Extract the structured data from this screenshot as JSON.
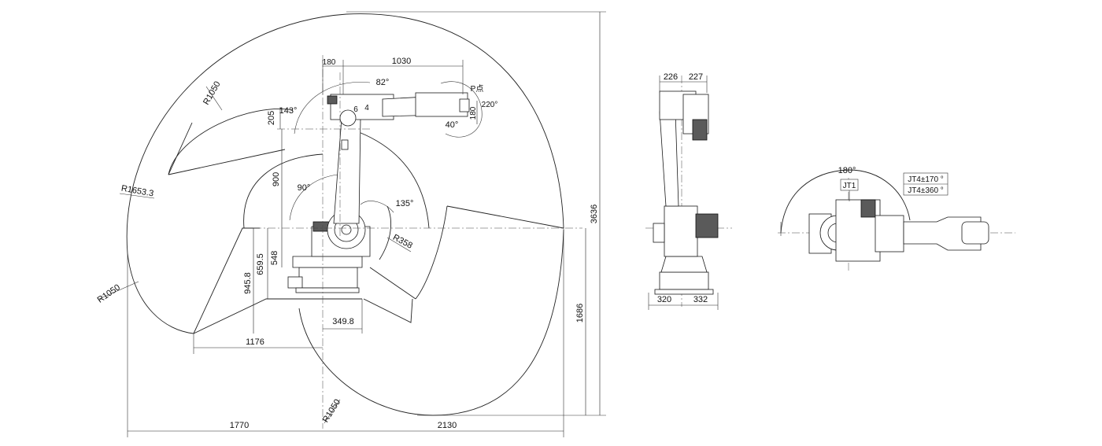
{
  "drawing": {
    "side_view": {
      "top_dims": [
        "180",
        "1030"
      ],
      "radii": [
        "R1050",
        "R1653.3",
        "R1050",
        "R1050",
        "R358"
      ],
      "angles": [
        "82°",
        "143°",
        "90°",
        "135°",
        "40°",
        "220°"
      ],
      "vertical_dims": [
        "205",
        "900",
        "659.5",
        "548",
        "945.8",
        "180"
      ],
      "horizontal_dims": [
        "1176",
        "349.8",
        "1770",
        "2130"
      ],
      "overall_dims": [
        "3636",
        "1686"
      ],
      "point_label": "P点",
      "joint_labels": [
        "6",
        "4"
      ]
    },
    "front_view": {
      "top_dims": [
        "226",
        "227"
      ],
      "bottom_dims": [
        "320",
        "332"
      ]
    },
    "top_view": {
      "angle": "180°",
      "joint_label": "JT1",
      "jt4_notes": [
        "JT4±170 °",
        "JT4±360 °"
      ]
    }
  }
}
